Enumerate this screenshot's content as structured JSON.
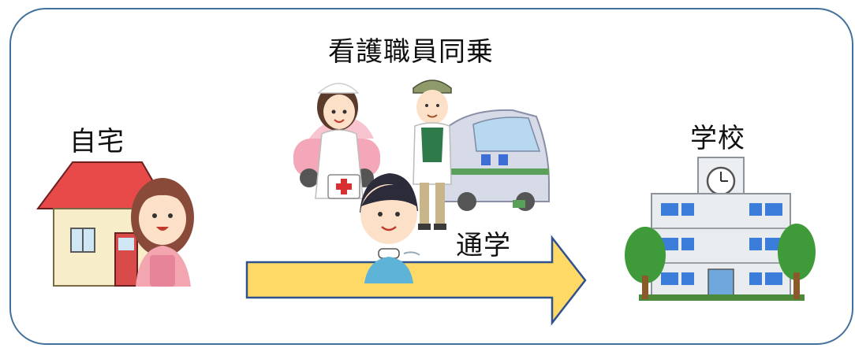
{
  "title": "看護職員同乗",
  "home_label": "自宅",
  "school_label": "学校",
  "commute_label": "通学",
  "colors": {
    "frame_border": "#41719c",
    "arrow_fill": "#ffd966",
    "arrow_stroke": "#2f528f",
    "roof": "#e84a4a",
    "school_wall": "#e8ecef"
  },
  "icons": [
    "house-icon",
    "mother-icon",
    "nurse-icon",
    "car-icon",
    "driver-icon",
    "van-icon",
    "student-icon",
    "school-icon",
    "tree-icon"
  ]
}
